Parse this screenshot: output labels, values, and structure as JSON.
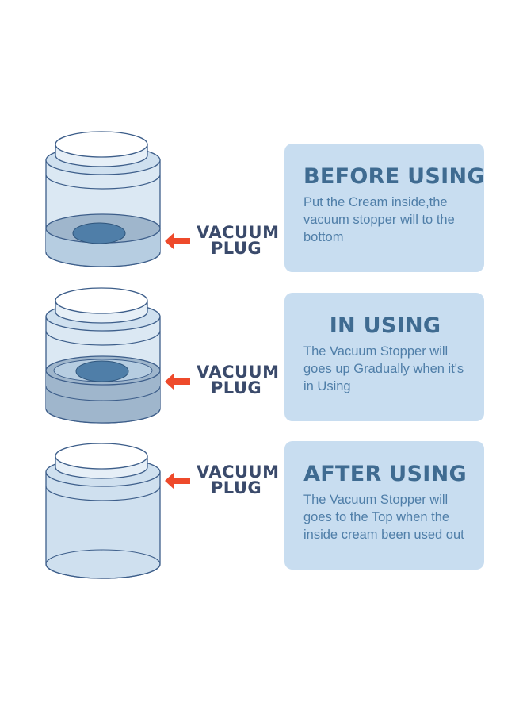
{
  "colors": {
    "card_bg": "#c8ddf0",
    "title": "#3f6b91",
    "desc": "#4f7ea8",
    "label": "#3a4a6b",
    "arrow": "#ee4a2b",
    "jar_fill": "#cfe0ef",
    "jar_stroke": "#3d5e8a",
    "plug_fill": "#4f7ea8"
  },
  "stages": [
    {
      "label_line1": "VACUUM",
      "label_line2": "PLUG",
      "title": "BEFORE USING",
      "description": "Put the Cream inside,the vacuum stopper will to the bottom",
      "plug_level": "bottom"
    },
    {
      "label_line1": "VACUUM",
      "label_line2": "PLUG",
      "title": "IN USING",
      "description": "The Vacuum Stopper will goes up Gradually when it's in Using",
      "plug_level": "middle"
    },
    {
      "label_line1": "VACUUM",
      "label_line2": "PLUG",
      "title": "AFTER USING",
      "description": "The Vacuum Stopper will goes to the Top when the inside cream been used out",
      "plug_level": "top"
    }
  ]
}
